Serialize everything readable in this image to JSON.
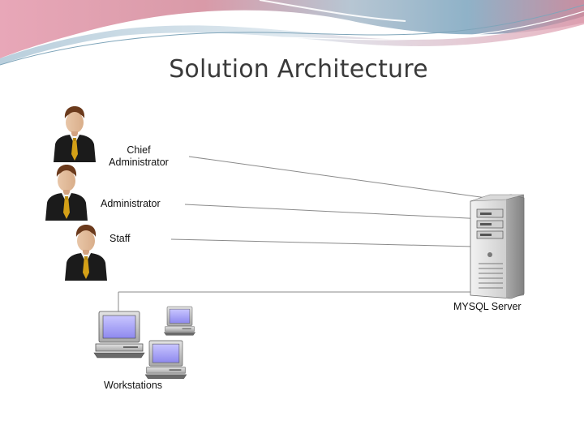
{
  "slide": {
    "title": "Solution Architecture"
  },
  "diagram": {
    "nodes": {
      "chief_line1": "Chief",
      "chief_line2": "Administrator",
      "administrator": "Administrator",
      "staff": "Staff",
      "server": "MYSQL Server",
      "workstations": "Workstations"
    }
  },
  "colors": {
    "banner_pink": "#e7a0b0",
    "banner_blue": "#9ab8cc",
    "connector": "#8a8a8a",
    "title_text": "#3a3a3a"
  },
  "icons": [
    "person-icon",
    "server-tower-icon",
    "desktop-computer-icon"
  ]
}
